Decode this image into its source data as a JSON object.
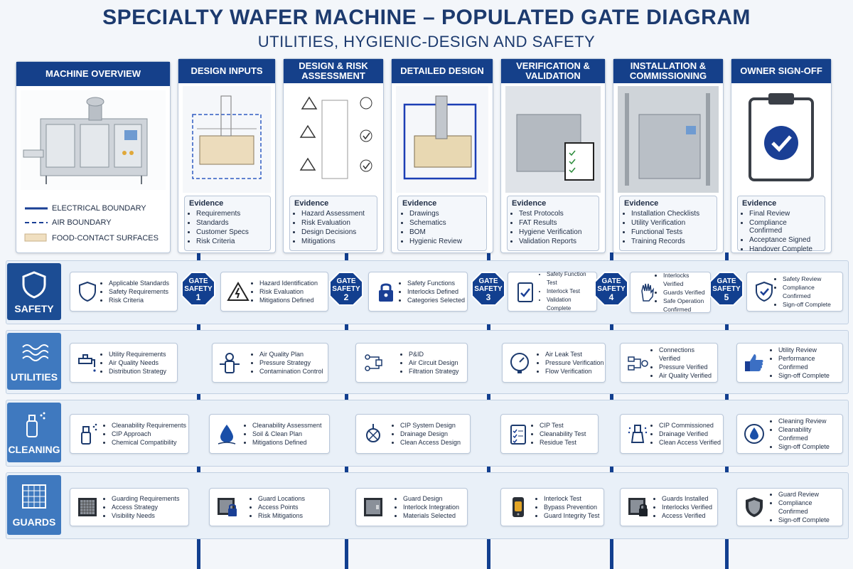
{
  "title": "SPECIALTY WAFER MACHINE – POPULATED GATE DIAGRAM",
  "subtitle": "UTILITIES, HYGIENIC-DESIGN AND SAFETY",
  "overview": {
    "header": "MACHINE OVERVIEW",
    "legend": [
      "ELECTRICAL BOUNDARY",
      "AIR BOUNDARY",
      "FOOD-CONTACT SURFACES"
    ]
  },
  "columns": [
    {
      "header": "DESIGN INPUTS",
      "evidence_title": "Evidence",
      "evidence": [
        "Requirements",
        "Standards",
        "Customer Specs",
        "Risk Criteria"
      ]
    },
    {
      "header": "DESIGN & RISK ASSESSMENT",
      "evidence_title": "Evidence",
      "evidence": [
        "Hazard Assessment",
        "Risk Evaluation",
        "Design Decisions",
        "Mitigations"
      ]
    },
    {
      "header": "DETAILED DESIGN",
      "evidence_title": "Evidence",
      "evidence": [
        "Drawings",
        "Schematics",
        "BOM",
        "Hygienic Review"
      ]
    },
    {
      "header": "VERIFICATION & VALIDATION",
      "evidence_title": "Evidence",
      "evidence": [
        "Test Protocols",
        "FAT Results",
        "Hygiene Verification",
        "Validation Reports"
      ]
    },
    {
      "header": "INSTALLATION & COMMISSIONING",
      "evidence_title": "Evidence",
      "evidence": [
        "Installation Checklists",
        "Utility Verification",
        "Functional Tests",
        "Training Records"
      ]
    },
    {
      "header": "OWNER SIGN-OFF",
      "evidence_title": "Evidence",
      "evidence": [
        "Final Review",
        "Compliance Confirmed",
        "Acceptance Signed",
        "Handover Complete"
      ]
    }
  ],
  "gates": [
    {
      "line1": "GATE",
      "line2": "SAFETY",
      "num": "1"
    },
    {
      "line1": "GATE",
      "line2": "SAFETY",
      "num": "2"
    },
    {
      "line1": "GATE",
      "line2": "SAFETY",
      "num": "3"
    },
    {
      "line1": "GATE",
      "line2": "SAFETY",
      "num": "4"
    },
    {
      "line1": "GATE",
      "line2": "SAFETY",
      "num": "5"
    }
  ],
  "bands": [
    {
      "label": "SAFETY",
      "cards": [
        [
          "Applicable Standards",
          "Safety Requirements",
          "Risk Criteria"
        ],
        [
          "Hazard Identification",
          "Risk Evaluation",
          "Mitigations Defined"
        ],
        [
          "Safety Functions",
          "Interlocks Defined",
          "Categories Selected"
        ],
        [
          "Safety Function Test",
          "Interlock Test",
          "Validation Complete"
        ],
        [
          "Interlocks Verified",
          "Guards Verified",
          "Safe Operation Confirmed"
        ],
        [
          "Safety Review",
          "Compliance Confirmed",
          "Sign-off Complete"
        ]
      ]
    },
    {
      "label": "UTILITIES",
      "cards": [
        [
          "Utility Requirements",
          "Air Quality Needs",
          "Distribution Strategy"
        ],
        [
          "Air Quality Plan",
          "Pressure Strategy",
          "Contamination Control"
        ],
        [
          "P&ID",
          "Air Circuit Design",
          "Filtration Strategy"
        ],
        [
          "Air Leak Test",
          "Pressure Verification",
          "Flow Verification"
        ],
        [
          "Connections Verified",
          "Pressure Verified",
          "Air Quality Verified"
        ],
        [
          "Utility Review",
          "Performance Confirmed",
          "Sign-off Complete"
        ]
      ]
    },
    {
      "label": "CLEANING",
      "cards": [
        [
          "Cleanability Requirements",
          "CIP Approach",
          "Chemical Compatibility"
        ],
        [
          "Cleanability Assessment",
          "Soil & Clean Plan",
          "Mitigations Defined"
        ],
        [
          "CIP System Design",
          "Drainage Design",
          "Clean Access Design"
        ],
        [
          "CIP Test",
          "Cleanability Test",
          "Residue Test"
        ],
        [
          "CIP Commissioned",
          "Drainage Verified",
          "Clean Access Verified"
        ],
        [
          "Cleaning Review",
          "Cleanability Confirmed",
          "Sign-off Complete"
        ]
      ]
    },
    {
      "label": "GUARDS",
      "cards": [
        [
          "Guarding Requirements",
          "Access Strategy",
          "Visibility Needs"
        ],
        [
          "Guard Locations",
          "Access Points",
          "Risk Mitigations"
        ],
        [
          "Guard Design",
          "Interlock Integration",
          "Materials Selected"
        ],
        [
          "Interlock Test",
          "Bypass Prevention",
          "Guard Integrity Test"
        ],
        [
          "Guards Installed",
          "Interlocks Verified",
          "Access Verified"
        ],
        [
          "Guard Review",
          "Compliance Confirmed",
          "Sign-off Complete"
        ]
      ]
    }
  ],
  "colors": {
    "navy": "#15408a",
    "line": "#123f8f",
    "band": "#e9f0f8",
    "food_contact": "#f0dfc0"
  }
}
